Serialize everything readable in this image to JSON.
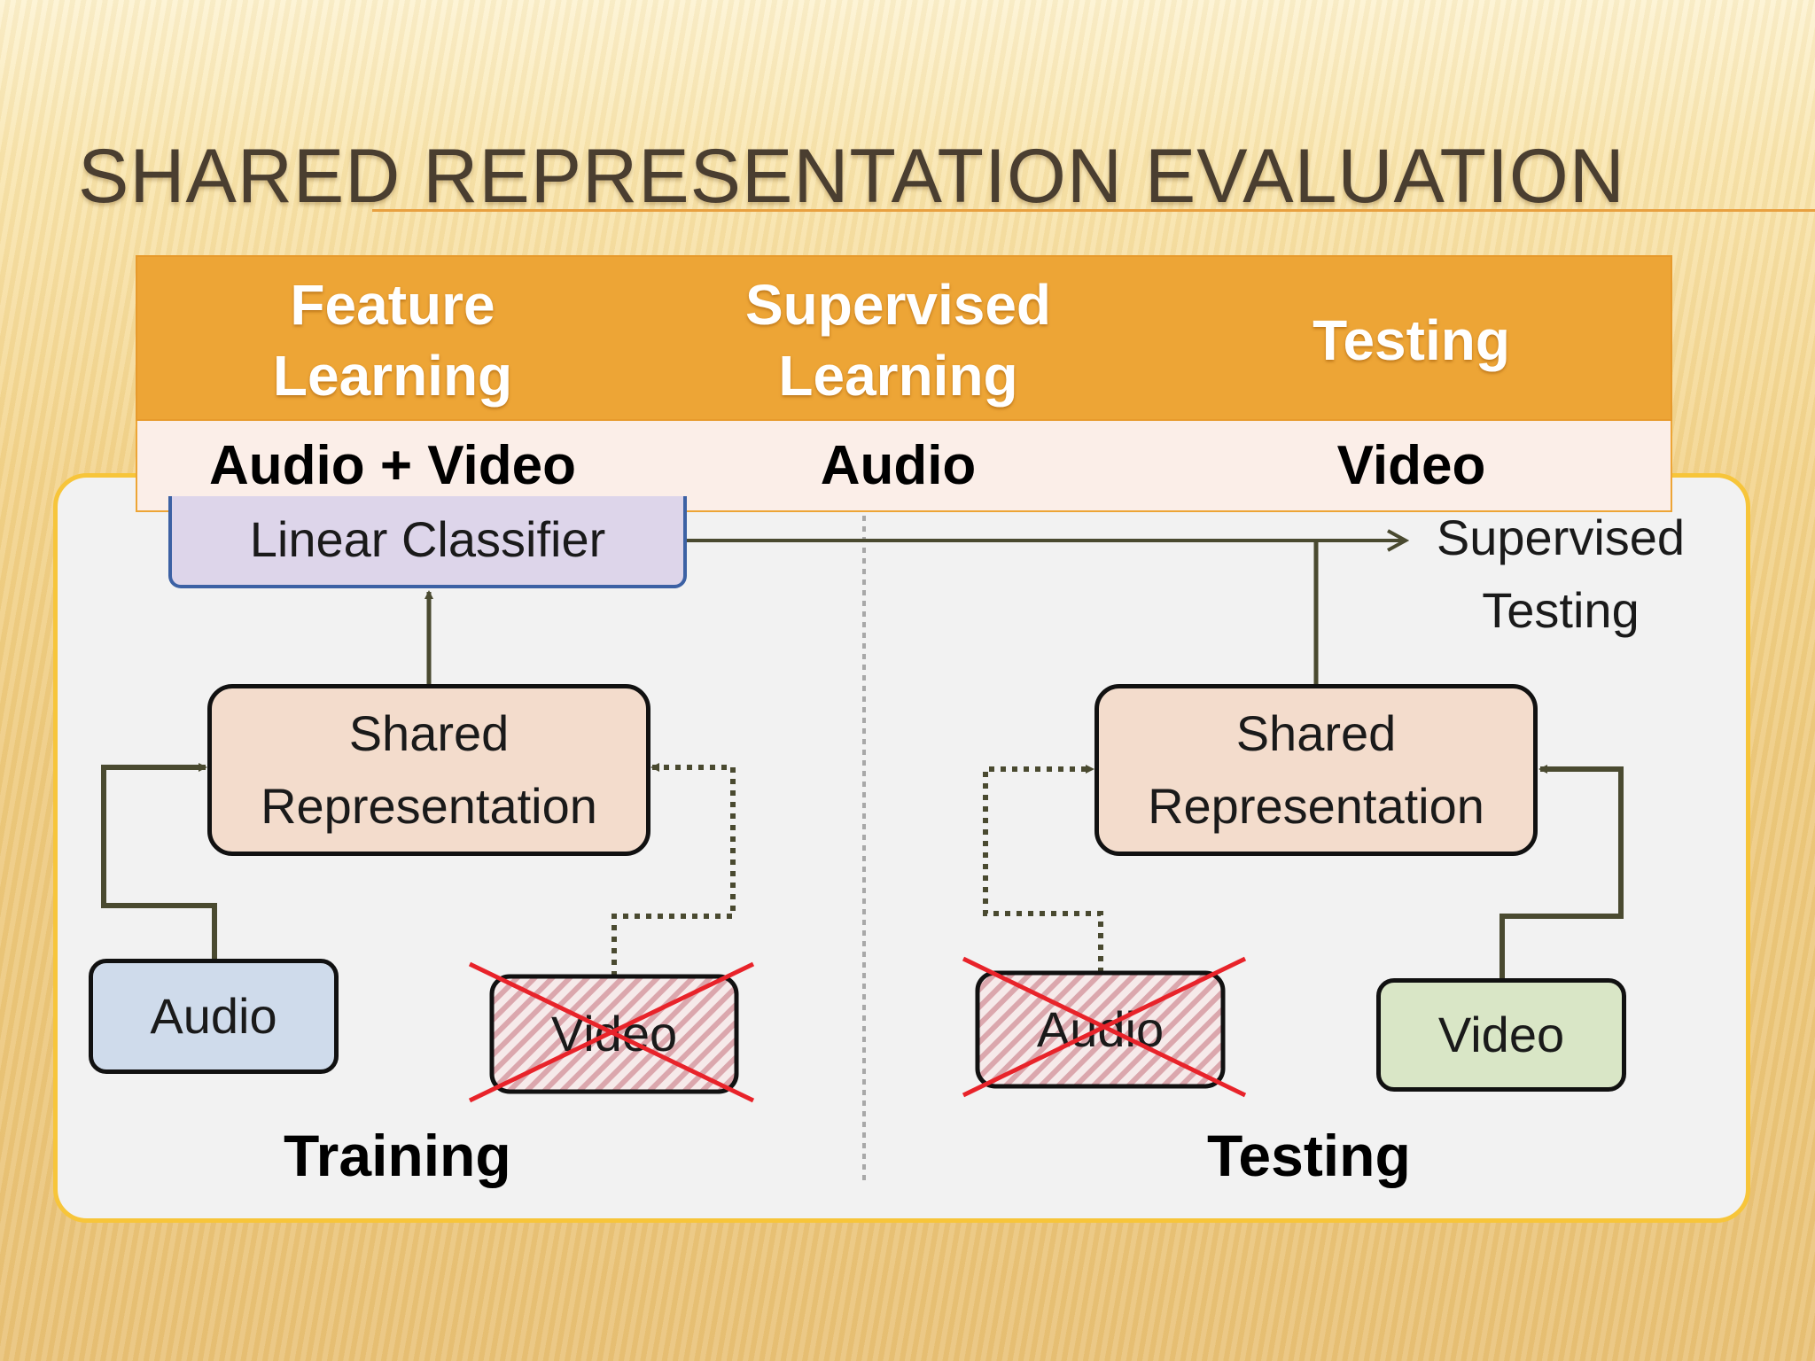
{
  "slide": {
    "title": "SHARED REPRESENTATION EVALUATION"
  },
  "table": {
    "headers": [
      "Feature\nLearning",
      "Supervised\nLearning",
      "Testing"
    ],
    "row": [
      "Audio + Video",
      "Audio",
      "Video"
    ]
  },
  "diagram": {
    "linear_classifier": "Linear Classifier",
    "supervised_testing": "Supervised\nTesting",
    "training": {
      "shared": "Shared\nRepresentation",
      "audio": "Audio",
      "video": "Video",
      "label": "Training"
    },
    "testing": {
      "shared": "Shared\nRepresentation",
      "audio": "Audio",
      "video": "Video",
      "label": "Testing"
    }
  },
  "colors": {
    "table_header": "#eda536",
    "table_row": "#fbeee8",
    "panel_border": "#f7c53a",
    "panel_bg": "#f2f2f2",
    "linear_classifier_fill": "#ddd5ea",
    "linear_classifier_border": "#3c61a4",
    "shared_fill": "#f3dccc",
    "audio_fill": "#cfdbeb",
    "video_fill": "#d9e6c6",
    "connector": "#4a4a30",
    "cross": "#e8232a",
    "hatch": "#d9a4aa"
  }
}
